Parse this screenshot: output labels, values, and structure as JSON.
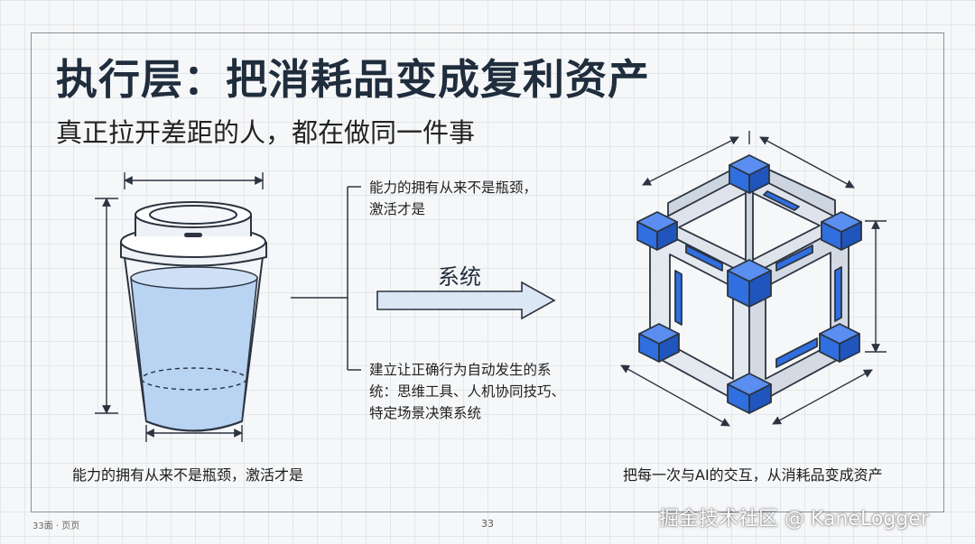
{
  "slide": {
    "title": "执行层：把消耗品变成复利资产",
    "subtitle": "真正拉开差距的人，都在做同一件事"
  },
  "left": {
    "bottom_label": "能力的拥有从来不是瓶颈，激活才是"
  },
  "middle": {
    "top_note_line1": "能力的拥有从来不是瓶颈，",
    "top_note_line2": "激活才是",
    "arrow_label": "系统",
    "bottom_note_line1": "建立让正确行为自动发生的系",
    "bottom_note_line2": "统：思维工具、人机协同技巧、",
    "bottom_note_line3": "特定场景决策系统"
  },
  "right": {
    "bottom_label": "把每一次与AI的交互，从消耗品变成资产"
  },
  "footer": {
    "left_text": "33面 · 页页",
    "page_number": "33",
    "watermark": "掘金技术社区 @ KaneLogger"
  },
  "colors": {
    "accent_blue": "#2f6fe0",
    "liquid_blue": "#b9d3f3",
    "outline": "#2b3440",
    "grid": "#e3e6ea"
  }
}
